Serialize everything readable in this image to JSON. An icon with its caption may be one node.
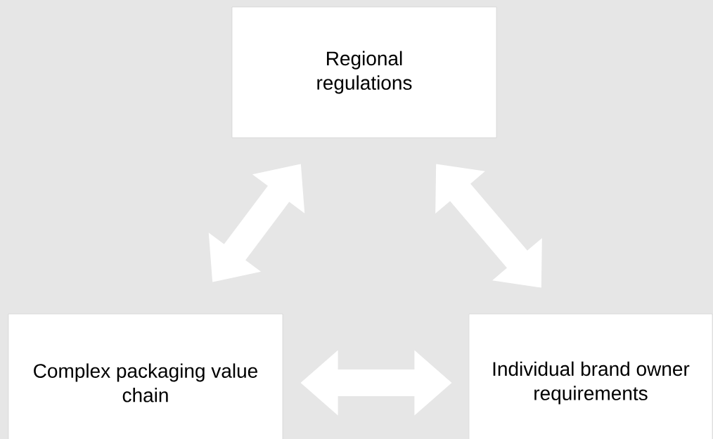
{
  "diagram": {
    "nodes": [
      {
        "text": [
          "Regional regulations"
        ]
      },
      {
        "text": [
          "Complex packaging value chain"
        ]
      },
      {
        "text": [
          "Individual brand owner requirements"
        ]
      }
    ],
    "edges": [
      {
        "from": 1,
        "to": 0,
        "arrow": "both"
      },
      {
        "from": 0,
        "to": 2,
        "arrow": "both"
      },
      {
        "from": 1,
        "to": 2,
        "arrow": "both"
      }
    ]
  }
}
